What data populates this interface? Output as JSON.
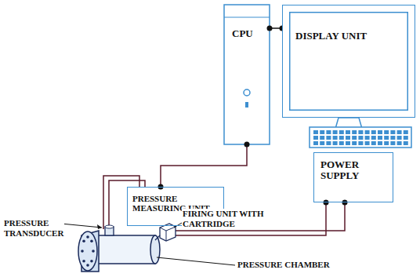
{
  "diagram": {
    "nodes": [
      {
        "text": [
          "CPU"
        ]
      },
      {
        "text": [
          "DISPLAY UNIT"
        ]
      },
      {
        "text": [
          "PRESSURE MEASURING UNIT"
        ]
      },
      {
        "text": [
          "POWER SUPPLY"
        ]
      }
    ],
    "edges": [
      {
        "from": 0,
        "to": 1,
        "arrow": "none"
      },
      {
        "from": 0,
        "to": 2,
        "arrow": "none"
      }
    ],
    "labels": [
      "PRESSURE TRANSDUCER",
      "FIRING UNIT WITH CARTRIDGE",
      "PRESSURE CHAMBER"
    ]
  }
}
